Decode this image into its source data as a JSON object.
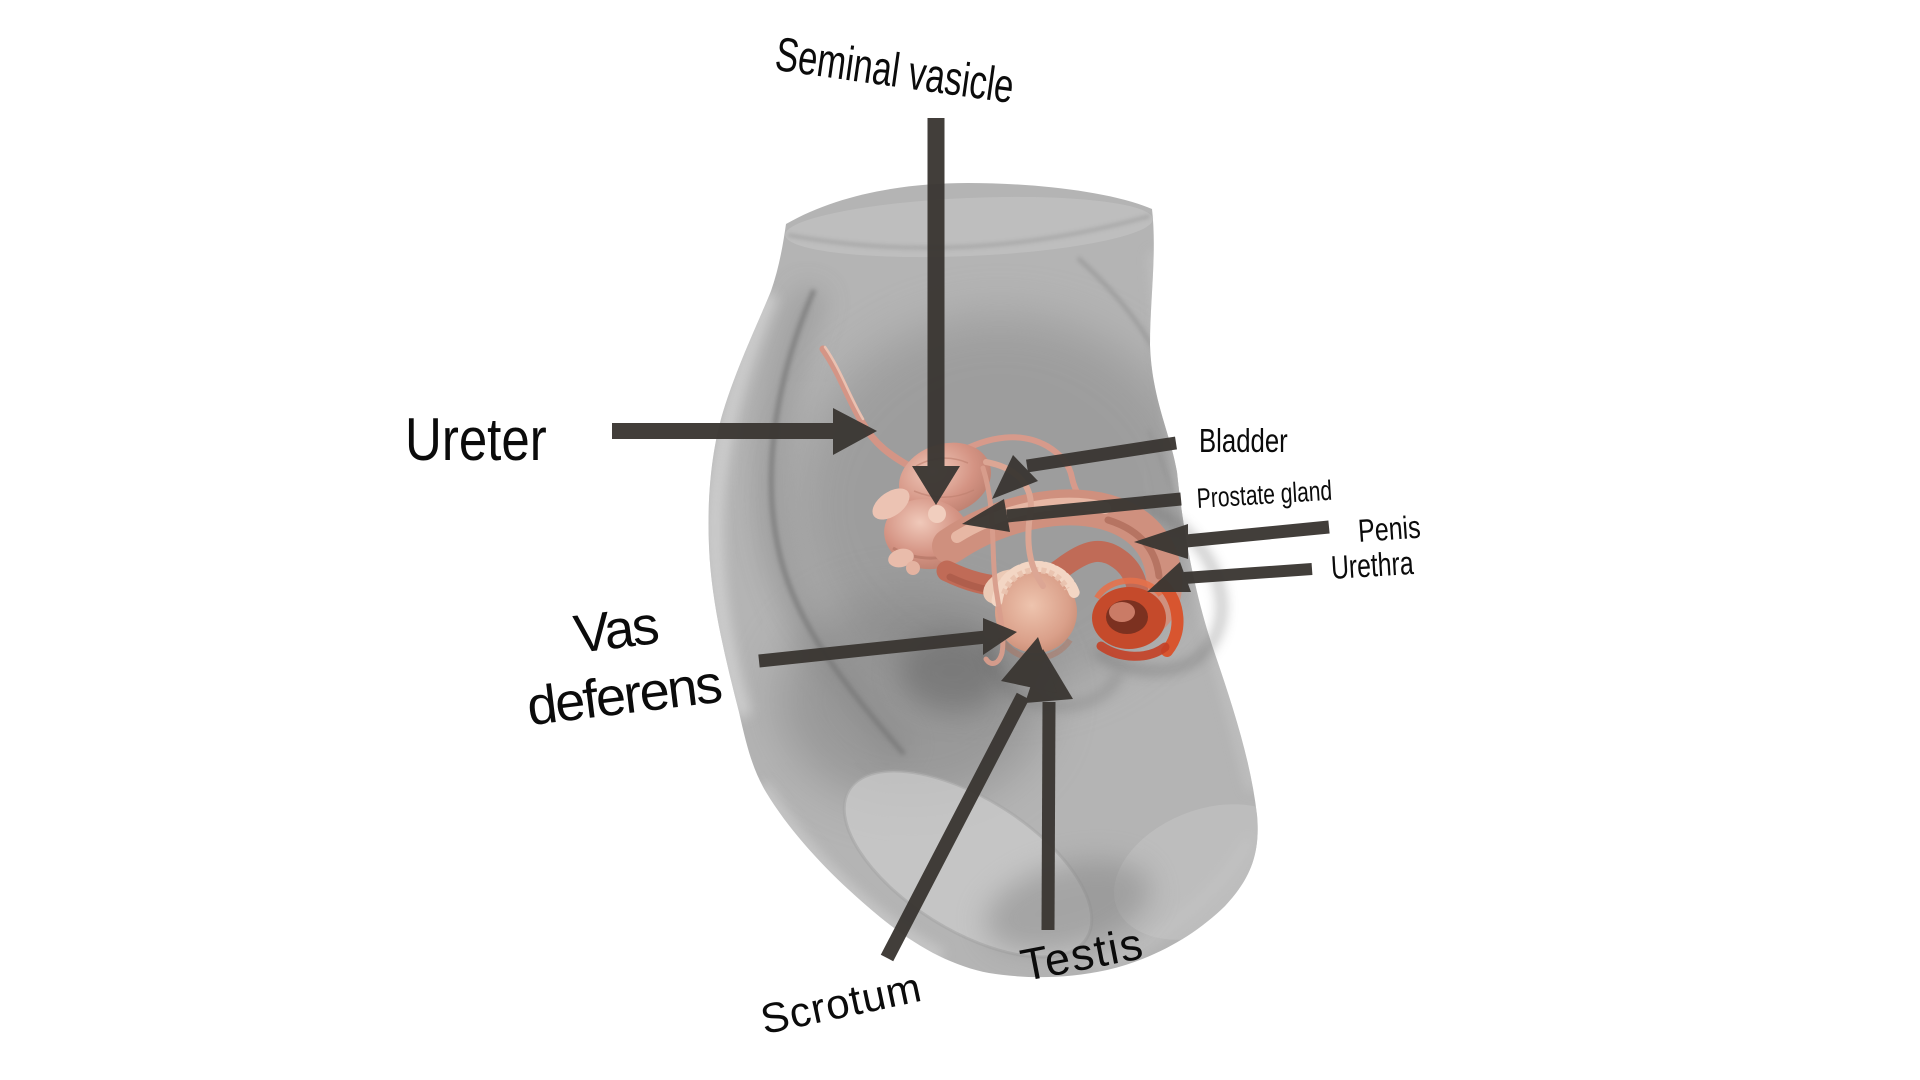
{
  "labels": {
    "seminal_vesicle": "Seminal vasicle",
    "ureter": "Ureter",
    "bladder": "Bladder",
    "prostate_gland": "Prostate gland",
    "penis": "Penis",
    "urethra": "Urethra",
    "vas_deferens": "Vas deferens",
    "scrotum": "Scrotum",
    "testis": "Testis"
  },
  "arrows": [
    {
      "id": "seminal-vasicle-arrow",
      "label": "Seminal vasicle",
      "direction": "down"
    },
    {
      "id": "ureter-arrow",
      "label": "Ureter",
      "direction": "right"
    },
    {
      "id": "bladder-arrow",
      "label": "Bladder",
      "direction": "down-left"
    },
    {
      "id": "prostate-gland-arrow",
      "label": "Prostate gland",
      "direction": "left"
    },
    {
      "id": "penis-arrow",
      "label": "Penis",
      "direction": "left"
    },
    {
      "id": "urethra-arrow",
      "label": "Urethra",
      "direction": "down-left"
    },
    {
      "id": "vas-deferens-arrow",
      "label": "Vas deferens",
      "direction": "right"
    },
    {
      "id": "scrotum-arrow",
      "label": "Scrotum",
      "direction": "up-right"
    },
    {
      "id": "testis-arrow",
      "label": "Testis",
      "direction": "up"
    }
  ],
  "colors": {
    "background": "#ffffff",
    "label_text": "#0b0b0b",
    "arrow": "#3b3733",
    "torso_gray": "#a7a7a7",
    "torso_cut_surface": "#bfbfbf",
    "organ_pink": "#d49383",
    "organ_highlight": "#ecc5b6",
    "penis_red": "#c54a2b",
    "testis_pink": "#daa08a"
  }
}
